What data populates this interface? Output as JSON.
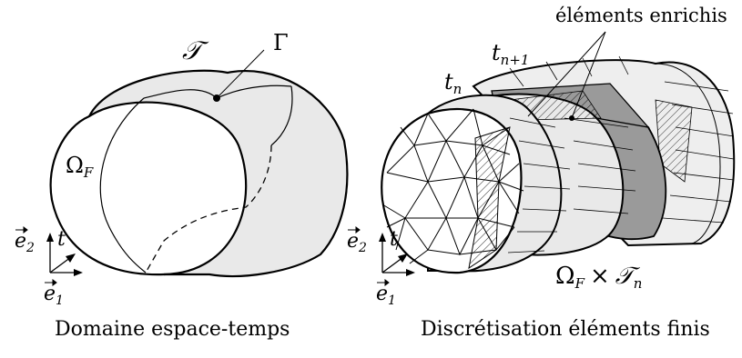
{
  "left_panel": {
    "label_T": "𝒯",
    "label_gamma": "Γ",
    "label_omega": "Ω",
    "label_omega_sub": "F",
    "axis_e2": "e",
    "axis_e2_sub": "2",
    "axis_t": "t",
    "axis_e1": "e",
    "axis_e1_sub": "1",
    "caption": "Domaine espace-temps"
  },
  "right_panel": {
    "label_enriched": "éléments enrichis",
    "label_tn": "t",
    "label_tn_sub": "n",
    "label_tn1": "t",
    "label_tn1_sub": "n+1",
    "label_product": "Ω",
    "label_product_sub": "F",
    "label_times": "×",
    "label_product_T": "𝒯",
    "label_product_T_sub": "n",
    "axis_e2": "e",
    "axis_e2_sub": "2",
    "axis_t": "t",
    "axis_e1": "e",
    "axis_e1_sub": "1",
    "caption": "Discrétisation éléments finis"
  },
  "colors": {
    "line": "#000000",
    "light_fill": "#e9e9e9",
    "dark_fill": "#9a9a9a",
    "background": "#ffffff"
  }
}
